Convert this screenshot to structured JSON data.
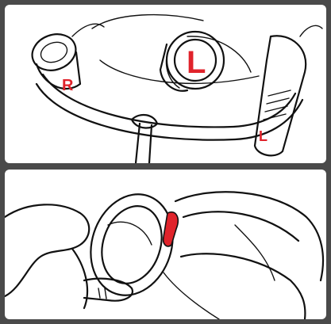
{
  "labels": {
    "right_ear": "R",
    "left_ear": "L",
    "left_side_marker": "L"
  },
  "colors": {
    "background": "#4a4a4a",
    "panel": "#ffffff",
    "ink": "#111111",
    "accent": "#e0232b"
  }
}
